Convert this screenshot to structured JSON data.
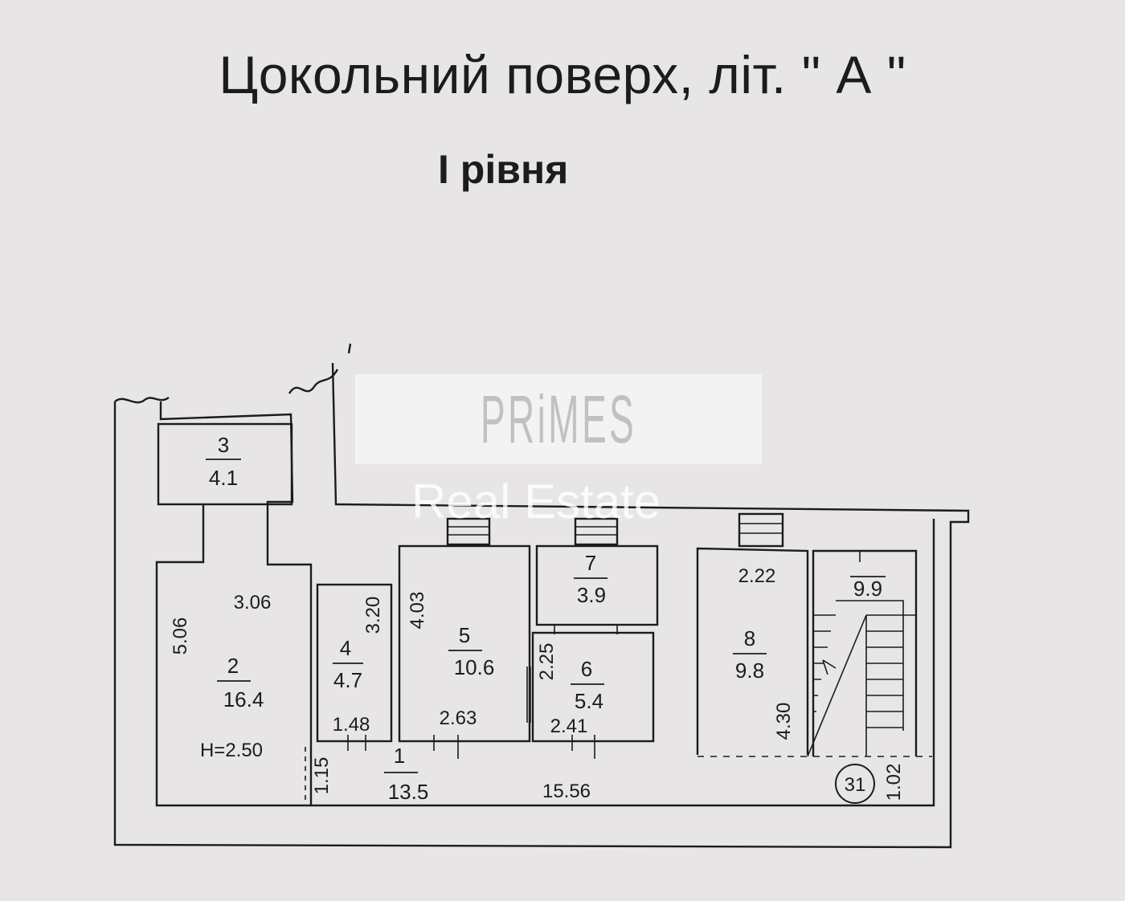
{
  "title": "Цокольний поверх, літ. \" А \"",
  "subtitle": "І рівня",
  "watermark": {
    "brand": "PRiMES",
    "tagline": "Real Estate"
  },
  "rooms": [
    {
      "number": "1",
      "area": "13.5"
    },
    {
      "number": "2",
      "area": "16.4"
    },
    {
      "number": "3",
      "area": "4.1"
    },
    {
      "number": "4",
      "area": "4.7"
    },
    {
      "number": "5",
      "area": "10.6"
    },
    {
      "number": "6",
      "area": "5.4"
    },
    {
      "number": "7",
      "area": "3.9"
    },
    {
      "number": "8",
      "area": "9.8"
    },
    {
      "number": "",
      "area": "9.9"
    }
  ],
  "dimensions": {
    "d_3_06": "3.06",
    "d_5_06": "5.06",
    "d_3_20": "3.20",
    "d_1_48": "1.48",
    "d_4_03": "4.03",
    "d_2_63": "2.63",
    "d_2_25": "2.25",
    "d_2_41": "2.41",
    "d_2_22": "2.22",
    "d_4_30": "4.30",
    "d_1_15": "1.15",
    "d_15_56": "15.56",
    "d_1_02": "1.02"
  },
  "height_label": "H=2.50",
  "circle_label": "31"
}
